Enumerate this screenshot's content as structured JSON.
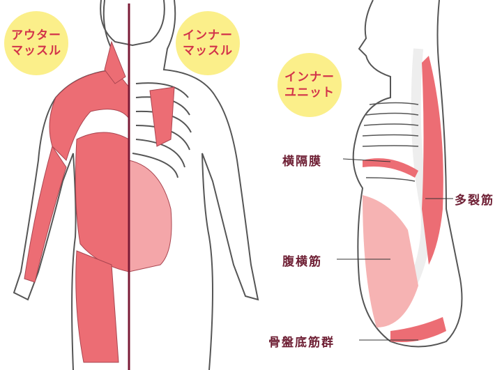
{
  "badges": {
    "outer": {
      "line1": "アウター",
      "line2": "マッスル"
    },
    "inner": {
      "line1": "インナー",
      "line2": "マッスル"
    },
    "unit": {
      "line1": "インナー",
      "line2": "ユニット"
    }
  },
  "labels": {
    "diaphragm": "横隔膜",
    "multifidus": "多裂筋",
    "transversus": "腹横筋",
    "pelvic_floor": "骨盤底筋群"
  },
  "colors": {
    "muscle": "#ec6d74",
    "muscle_light": "#f6b3b3",
    "badge": "#fbef8a",
    "badge_text": "#d2334a",
    "label": "#6e1f34",
    "divider": "#7a1a35",
    "outline": "#555555"
  }
}
